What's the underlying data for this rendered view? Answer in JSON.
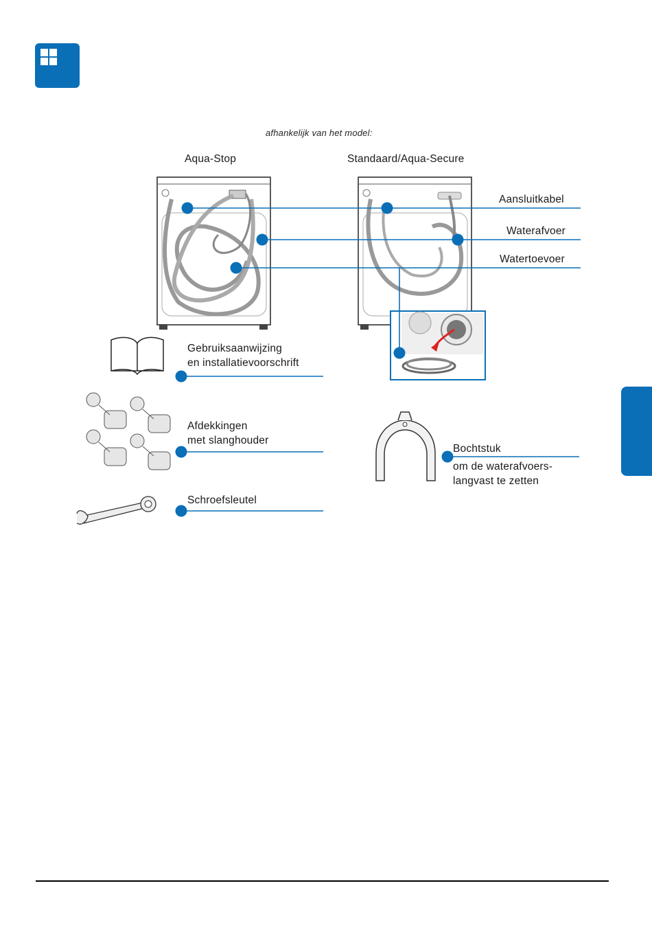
{
  "header": {
    "icon": "grid-icon",
    "accent": "#0a6fb7"
  },
  "note": "afhankelijk van het model:",
  "variants": {
    "left_title": "Aqua-Stop",
    "right_title": "Standaard/Aqua-Secure"
  },
  "callouts": {
    "power_cable": "Aansluitkabel",
    "drain_hose": "Waterafvoer",
    "supply_hose": "Watertoevoer"
  },
  "items": {
    "manual_line1": "Gebruiksaanwijzing",
    "manual_line2": "en installatievoorschrift",
    "covers_line1": "Afdekkingen",
    "covers_line2": "met slanghouder",
    "wrench": "Schroefsleutel",
    "elbow_title": "Bochtstuk",
    "elbow_line1": "om de waterafvoers-",
    "elbow_line2": "langvast te zetten"
  },
  "side_tab": {
    "icon": "section-tab",
    "color": "#0a6fb7"
  }
}
